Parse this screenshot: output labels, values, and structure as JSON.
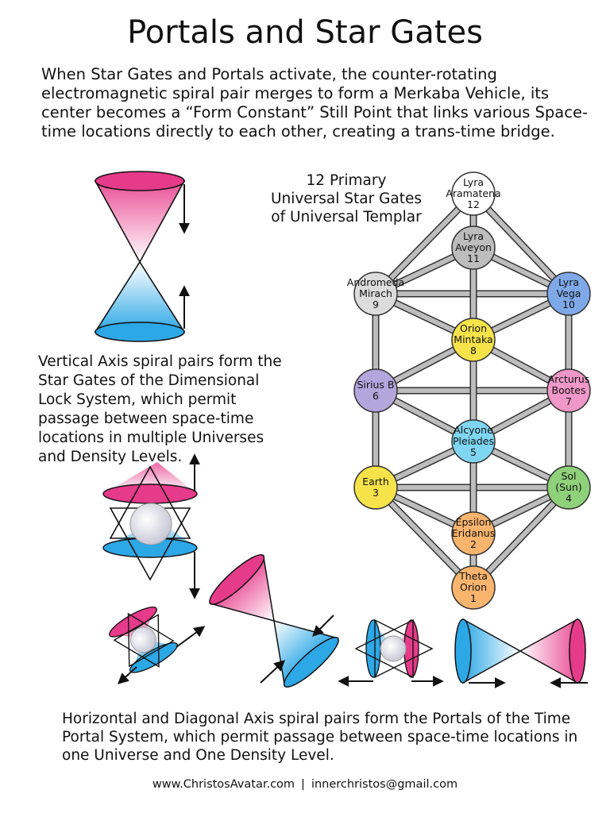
{
  "title": "Portals and Star Gates",
  "intro": "When Star Gates and Portals activate, the counter-rotating electromagnetic spiral pair merges to form a Merkaba Vehicle, its center becomes a “Form Constant” Still Point that links various Space-time locations directly to each other, creating a trans-time bridge.",
  "star_gates": {
    "title_lines": [
      "12 Primary",
      "Universal Star Gates",
      "of Universal Templar"
    ],
    "nodes": [
      {
        "id": 1,
        "lines": [
          "Theta",
          "Orion",
          "1"
        ],
        "color": "#f9b46e"
      },
      {
        "id": 2,
        "lines": [
          "Epsilon",
          "Eridanus",
          "2"
        ],
        "color": "#f9b46e"
      },
      {
        "id": 3,
        "lines": [
          "Earth",
          "3"
        ],
        "color": "#f6e34a"
      },
      {
        "id": 4,
        "lines": [
          "Sol",
          "(Sun)",
          "4"
        ],
        "color": "#8fd07a"
      },
      {
        "id": 5,
        "lines": [
          "Alcyone",
          "Pleiades",
          "5"
        ],
        "color": "#7fd6f2"
      },
      {
        "id": 6,
        "lines": [
          "Sirius B",
          "6"
        ],
        "color": "#b3a6dc"
      },
      {
        "id": 7,
        "lines": [
          "Arcturus",
          "Bootes",
          "7"
        ],
        "color": "#ef97c9"
      },
      {
        "id": 8,
        "lines": [
          "Orion",
          "Mintaka",
          "8"
        ],
        "color": "#f6e34a"
      },
      {
        "id": 9,
        "lines": [
          "Andromeda",
          "Mirach",
          "9"
        ],
        "color": "#dcdcdc"
      },
      {
        "id": 10,
        "lines": [
          "Lyra",
          "Vega",
          "10"
        ],
        "color": "#7ea8e8"
      },
      {
        "id": 11,
        "lines": [
          "Lyra",
          "Aveyon",
          "11"
        ],
        "color": "#bdbdbd"
      },
      {
        "id": 12,
        "lines": [
          "Lyra",
          "Aramatena",
          "12"
        ],
        "color": "#ffffff"
      }
    ]
  },
  "vertical_text": "Vertical Axis spiral pairs form the Star Gates of the Dimensional Lock System, which permit passage between space-time locations in multiple Universes and Density Levels.",
  "horizontal_text": "Horizontal and Diagonal Axis spiral pairs form the Portals of the Time Portal System, which permit passage between space-time locations in one Universe and One Density Level.",
  "footer": {
    "website": "www.ChristosAvatar.com",
    "separator": "|",
    "email": "innerchristos@gmail.com"
  }
}
